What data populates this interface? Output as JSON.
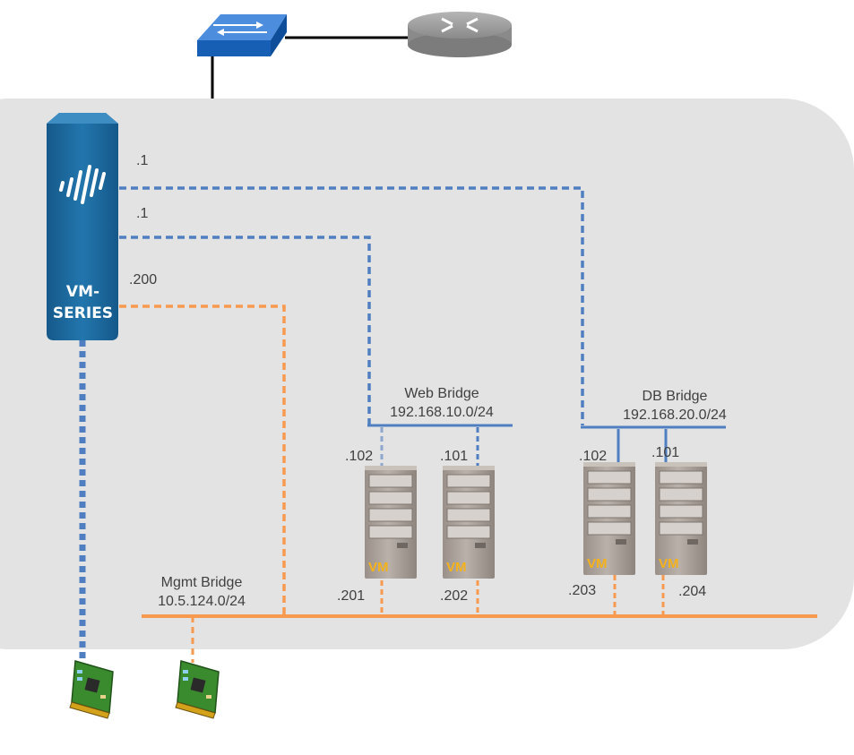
{
  "firewall": {
    "line1": "VM-",
    "line2": "SERIES"
  },
  "interfaces": {
    "ip_top": ".1",
    "ip_mid": ".1",
    "ip_mgmt": ".200"
  },
  "web_bridge": {
    "name": "Web Bridge",
    "subnet": "192.168.10.0/24"
  },
  "db_bridge": {
    "name": "DB Bridge",
    "subnet": "192.168.20.0/24"
  },
  "mgmt_bridge": {
    "name": "Mgmt Bridge",
    "subnet": "10.5.124.0/24"
  },
  "servers": [
    {
      "badge": "VM",
      "data_ip": ".102",
      "mgmt_ip": ".201"
    },
    {
      "badge": "VM",
      "data_ip": ".101",
      "mgmt_ip": ".202"
    },
    {
      "badge": "VM",
      "data_ip": ".102",
      "mgmt_ip": ".203"
    },
    {
      "badge": "VM",
      "data_ip": ".101",
      "mgmt_ip": ".204"
    }
  ],
  "colors": {
    "data_link": "#4f7fc1",
    "mgmt_link": "#f79a50",
    "firewall": "#1d6aa0",
    "host_area": "#e3e3e3",
    "vm_badge": "#f5b21a"
  },
  "icons": {
    "switch": "switch-icon",
    "router": "router-icon",
    "nic": "network-card-icon",
    "server": "server-icon",
    "firewall_logo": "paloalto-logo-icon"
  }
}
